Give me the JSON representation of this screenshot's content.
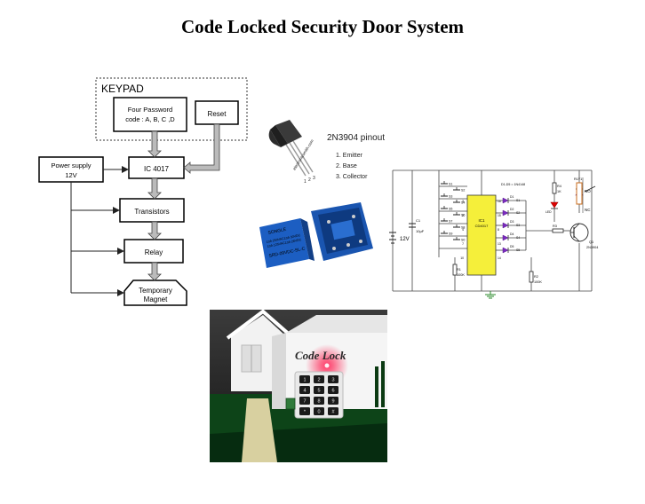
{
  "title": "Code Locked Security Door System",
  "block_diagram": {
    "keypad_label": "KEYPAD",
    "password_line1": "Four Password",
    "password_line2": "code : A, B, C ,D",
    "reset": "Reset",
    "power_line1": "Power supply",
    "power_line2": "12V",
    "ic": "IC 4017",
    "transistors": "Transistors",
    "relay": "Relay",
    "magnet_line1": "Temporary",
    "magnet_line2": "Magnet"
  },
  "pinout": {
    "title": "2N3904 pinout",
    "pins": [
      "1. Emitter",
      "2. Base",
      "3. Collector"
    ],
    "watermark": "electronicsmith.com"
  },
  "relay_photo": {
    "brand": "SONGLE",
    "ratings": [
      "10A 250VAC",
      "10A 125VAC",
      "10A 30VDC",
      "10A 28VDC"
    ],
    "model": "SRD-09VDC-SL-C"
  },
  "schematic": {
    "ic_line1": "IC1",
    "ic_line2": "CD4017",
    "supply": "12V",
    "cap": "C1",
    "cap_value": "10μF",
    "diodes_note": "D1-D5 = 1N4148",
    "r1": "R1",
    "r1_value": "100K",
    "r2": "R2",
    "r2_value": "100K",
    "r3": "R3",
    "r4": "R4",
    "r4_value": "1K",
    "led": "D6",
    "led_label": "LED",
    "relay": "RLY1",
    "q1": "Q1",
    "q1_type": "2N3904",
    "no": "NO",
    "nc": "NC",
    "switches": [
      "S1",
      "S2",
      "S3",
      "S4",
      "S5",
      "S6",
      "S7",
      "S8",
      "S9",
      "S0"
    ],
    "diodes": [
      "D1",
      "D2",
      "D3",
      "D4",
      "D5"
    ],
    "pins": [
      "3",
      "2",
      "4",
      "7",
      "10",
      "16",
      "15",
      "8",
      "13",
      "14"
    ]
  },
  "photo": {
    "caption": "Code Lock",
    "keys": [
      "1",
      "2",
      "3",
      "4",
      "5",
      "6",
      "7",
      "8",
      "9",
      "*",
      "0",
      "#"
    ]
  }
}
